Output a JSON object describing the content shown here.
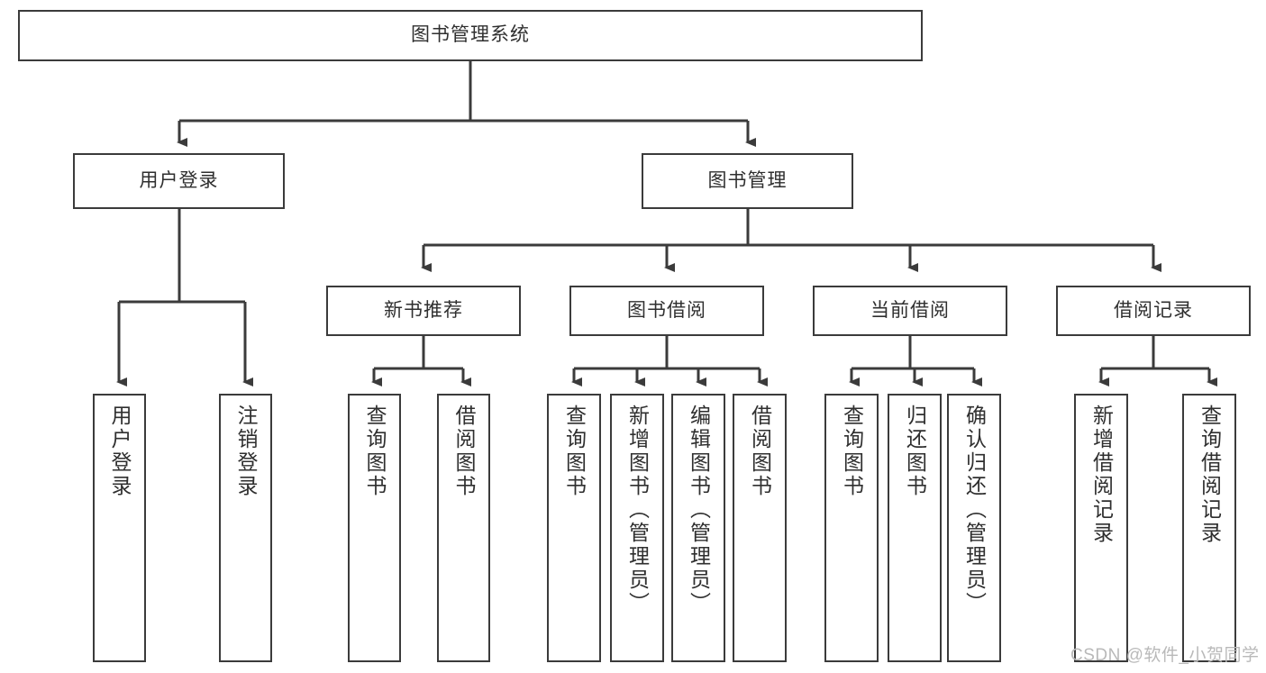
{
  "diagram": {
    "title": "图书管理系统",
    "type": "tree-hierarchy",
    "root": {
      "label": "图书管理系统"
    },
    "level2": [
      {
        "label": "用户登录"
      },
      {
        "label": "图书管理"
      }
    ],
    "level3": [
      {
        "label": "新书推荐"
      },
      {
        "label": "图书借阅"
      },
      {
        "label": "当前借阅"
      },
      {
        "label": "借阅记录"
      }
    ],
    "leaves": {
      "user_login": [
        {
          "label": "用户登录"
        },
        {
          "label": "注销登录"
        }
      ],
      "new_book_recommend": [
        {
          "label": "查询图书"
        },
        {
          "label": "借阅图书"
        }
      ],
      "book_borrow": [
        {
          "label": "查询图书"
        },
        {
          "label": "新增图书（管理员）"
        },
        {
          "label": "编辑图书（管理员）"
        },
        {
          "label": "借阅图书"
        }
      ],
      "current_borrow": [
        {
          "label": "查询图书"
        },
        {
          "label": "归还图书"
        },
        {
          "label": "确认归还（管理员）"
        }
      ],
      "borrow_record": [
        {
          "label": "新增借阅记录"
        },
        {
          "label": "查询借阅记录"
        }
      ]
    }
  },
  "watermark": {
    "text": "CSDN @软件_小贺同学"
  },
  "colors": {
    "stroke": "#3b3b3b",
    "text": "#2f2f2f",
    "background": "#ffffff",
    "watermark": "#b9b9b9"
  }
}
